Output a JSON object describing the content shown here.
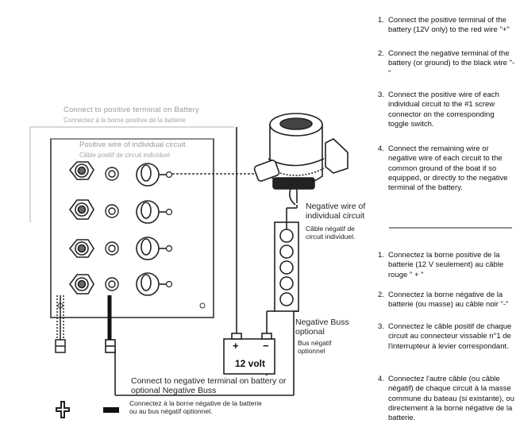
{
  "labels": {
    "connect_positive_en": "Connect to positive terminal on Battery",
    "connect_positive_fr": "Connectez à la borne positive de la batterie",
    "positive_wire_en": "Positive wire of individual circuit",
    "positive_wire_fr": "Câble positif de circuit individuel",
    "negative_wire_en": "Negative wire of individual circuit",
    "negative_wire_fr": "Câble négatif de circuit individuel.",
    "negative_buss_en": "Negative Buss optional",
    "negative_buss_fr": "Bus négatif optionnel",
    "battery_voltage": "12 volt",
    "battery_plus": "+",
    "battery_minus": "−",
    "connect_negative_en": "Connect to negative terminal on battery or optional Negative Buss",
    "connect_negative_fr": "Connectez à la borne négative de la batterie ou au bus négatif optionnel."
  },
  "instructions_en": [
    {
      "num": "1.",
      "text": "Connect the positive terminal of the battery (12V only) to the red wire \"+\""
    },
    {
      "num": "2.",
      "text": "Connect the negative terminal of the battery (or ground) to the black wire \"-\""
    },
    {
      "num": "3.",
      "text": "Connect the positive wire of each individual circuit to the #1 screw connector on the corresponding toggle switch."
    },
    {
      "num": "4.",
      "text": "Connect the remaining wire or negative wire of each circuit to the common ground of the boat if so equipped, or directly to the negative terminal of the battery."
    }
  ],
  "instructions_fr": [
    {
      "num": "1.",
      "text": "Connectez la borne positive de la batterie (12 V seulement) au câble rouge \" + \""
    },
    {
      "num": "2.",
      "text": "Connectez la borne négative de la batterie (ou masse) au câble noir \"-\""
    },
    {
      "num": "3.",
      "text": "Connectez le câble positif de chaque circuit au connecteur vissable n°1 de l'interrupteur à levier correspondant."
    },
    {
      "num": "4.",
      "text": "Connectez l'autre câble (ou câble négatif) de chaque circuit à la masse commune du bateau (si existante), ou directement à la borne négative de la batterie."
    }
  ]
}
